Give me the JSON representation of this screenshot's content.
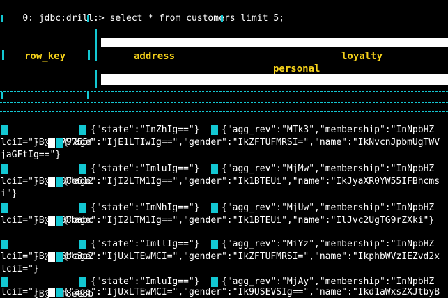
{
  "prompt": "0: jdbc:drill:> ",
  "command": "select * from customers limit 5;",
  "headers": {
    "col1": "row_key",
    "col2": "address",
    "col3": "loyalty",
    "col3_sub": "personal"
  },
  "lines": [
    {
      "a": "[B@6979755f",
      "b": "{\"state\":\"InZhIg==\"}",
      "c": "{\"agg_rev\":\"MTk3\",\"membership\":\"InNpbHZ"
    },
    {
      "d": "lciI=\"}",
      "e": "{\"age\":\"IjE1LTIwIg==\",\"gender\":\"IkZFTUFMRSI=\",\"name\":\"IkNvcnJpbmUgTWV"
    },
    {
      "f": "jaGFtIg==\"}"
    },
    {
      "a": "[B@2508e612",
      "b": "{\"state\":\"ImluIg==\"}",
      "c": "{\"agg_rev\":\"MjMw\",\"membership\":\"InNpbHZ"
    },
    {
      "d": "lciI=\"}",
      "e": "{\"age\":\"IjI2LTM1Ig==\",\"gender\":\"Ik1BTEUi\",\"name\":\"IkJyaXR0YW55IFBhcms"
    },
    {
      "f": "i\"}"
    },
    {
      "a": "[B@6b38babc",
      "b": "{\"state\":\"ImNhIg==\"}",
      "c": "{\"agg_rev\":\"MjUw\",\"membership\":\"InNpbHZ"
    },
    {
      "d": "lciI=\"}",
      "e": "{\"age\":\"IjI2LTM1Ig==\",\"gender\":\"Ik1BTEUi\",\"name\":\"IlJvc2UgTG9rZXki\"}"
    },
    {
      "a": "[B@596bc3a2",
      "b": "{\"state\":\"ImllIg==\"}",
      "c": "{\"agg_rev\":\"MiYz\",\"membership\":\"InNpbHZ"
    },
    {
      "d": "lciI=\"}",
      "e": "{\"age\":\"IjUxLTEwMCI=\",\"gender\":\"IkZFTUFMRSI=\",\"name\":\"IkphbWVzIEZvd2x"
    },
    {
      "f": "lciI=\"}"
    },
    {
      "a": "[B@31f8ee8b",
      "b": "{\"state\":\"ImluIg==\"}",
      "c": "{\"agg_rev\":\"MjAy\",\"membership\":\"InNpbHZ"
    },
    {
      "d": "lciI=\"}",
      "e": "{\"age\":\"IjUxLTEwMCI=\",\"gender\":\"Ik9USEVSIg==\",\"name\":\"Ikd1aWxsZXJtbyB"
    }
  ]
}
